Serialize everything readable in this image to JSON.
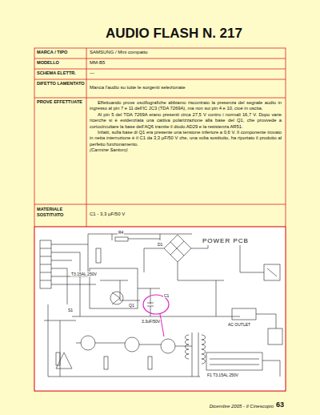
{
  "diagram": {
    "title": "AUDIO FLASH N. 217",
    "labels": [
      "MARCA / TIPO",
      "SAMSUNG / Mini compatto",
      "MODELLO",
      "MM-B5",
      "SCHEMA ELETTR.",
      "—",
      "DIFETTO LAMENTATO",
      "Manca l'audio su tutte le sorgenti selezionate",
      "PROVE EFFETTUATE",
      "Effettuando prove oscillografiche abbiamo riscontrato la presenza del segnale audio in ingresso al pin 7 e 11 dell'IC JC3 (TDA 7269A), ma non sui pin 4 e 10, cioè in uscita.",
      "Al pin 5 del TDA 7269A erano presenti circa 27,5 V contro i normali 16,7 V. Dopo varie ricerche si è evidenziata una cattiva polarizzazione alla base del Q1, che provvede a cortocircuitare la base dell'AQ6 tramite il diodo AD29 e la resistenza AR51.",
      "Infatti, sulla base di Q1 era presente una tensione inferiore a 0,6 V. Il componente trovato in netta interruzione è il C1 da 3,3 µF/50 V che, una volta sostituito, ha riportato il prodotto al perfetto funzionamento.",
      "(Carmine Santoro)",
      "MATERIALE SOSTITUITO",
      "C1 - 3,3 µF/50 V",
      "POWER PCB",
      "R4",
      "D1",
      "T3.15AL 250V",
      "Q1",
      "C1",
      "3.3uF/50V",
      "AC OUTLET",
      "F1 T3.15AL 250V",
      "S1",
      "Dicembre 2005 - Il Cinescopio",
      "63"
    ]
  }
}
